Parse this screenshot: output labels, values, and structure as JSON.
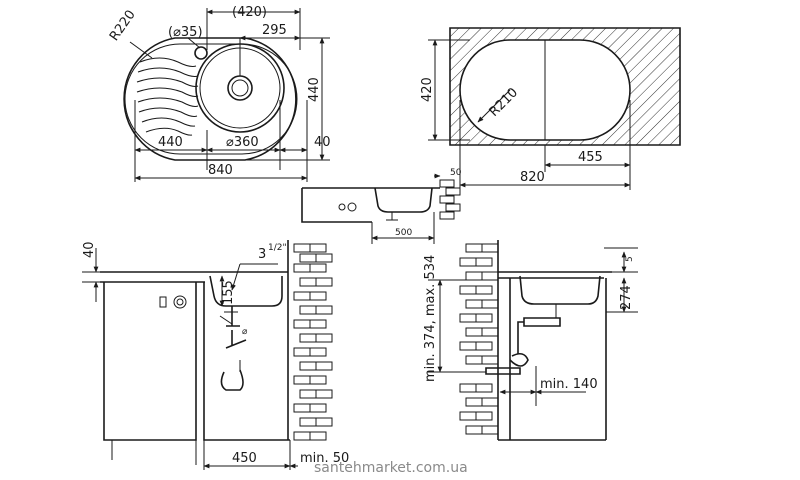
{
  "top_view": {
    "radius_label": "R220",
    "tap_hole_label": "(⌀35)",
    "width_bracket_label": "(420)",
    "offset_label": "295",
    "height_label": "440",
    "drainer_width_label": "440",
    "bowl_diameter_label": "⌀360",
    "edge_label": "40",
    "total_width_label": "840"
  },
  "cutout_view": {
    "height_label": "420",
    "radius_label": "R210",
    "offset_label": "455",
    "total_width_label": "820"
  },
  "section_small": {
    "depth_label": "50",
    "width_label": "500"
  },
  "side_left": {
    "rim_label": "40",
    "depth_label": "155",
    "pipe_label": "3",
    "pipe_fraction_label": "1/2\"",
    "cabinet_depth_label": "450",
    "wall_gap_label": "min. 50"
  },
  "side_right": {
    "rim_label": "5",
    "bowl_depth_label": "274",
    "height_range_label": "min. 374, max. 534",
    "clearance_label": "min. 140"
  },
  "watermark": "santehmarket.com.ua"
}
